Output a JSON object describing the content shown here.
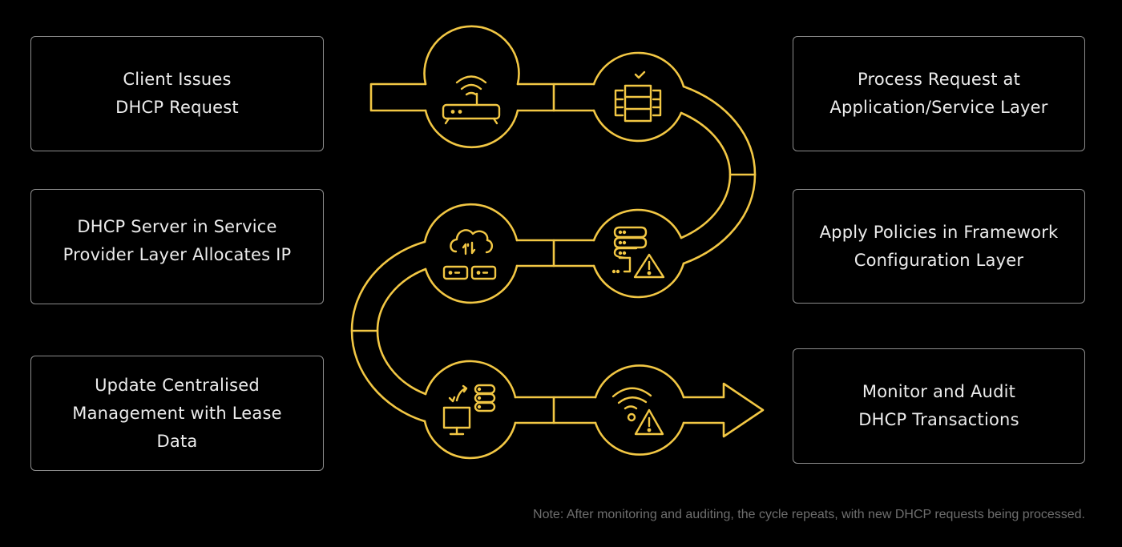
{
  "diagram": {
    "accent_color": "#f2c744",
    "background_color": "#000000",
    "steps": [
      {
        "id": 1,
        "label": "Client Issues\nDHCP Request",
        "icon": "wifi-router-icon"
      },
      {
        "id": 2,
        "label": "DHCP Server in Service\nProvider Layer Allocates IP",
        "icon": "cloud-sync-servers-icon"
      },
      {
        "id": 3,
        "label": "Update Centralised\nManagement with Lease\nData",
        "icon": "monitor-database-sync-icon"
      },
      {
        "id": 4,
        "label": "Process Request at\nApplication/Service Layer",
        "icon": "server-rack-check-icon"
      },
      {
        "id": 5,
        "label": "Apply Policies in Framework\nConfiguration Layer",
        "icon": "server-stack-warning-icon"
      },
      {
        "id": 6,
        "label": "Monitor and Audit\nDHCP Transactions",
        "icon": "wifi-warning-icon"
      }
    ]
  },
  "note": "Note: After monitoring and auditing, the cycle repeats, with new DHCP requests being processed."
}
